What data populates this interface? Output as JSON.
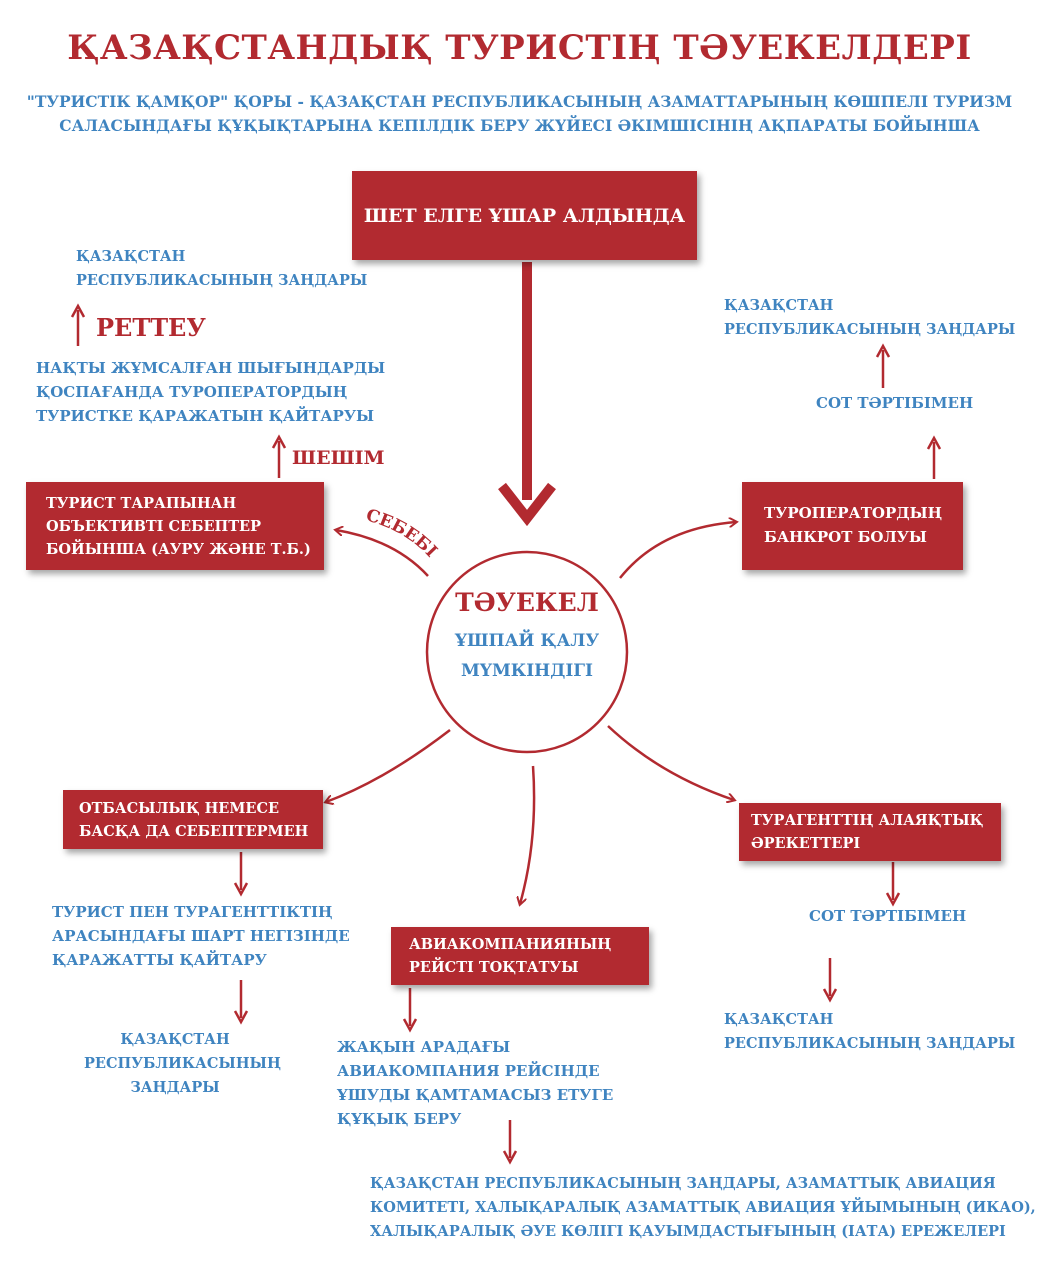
{
  "title": "ҚАЗАҚСТАНДЫҚ ТУРИСТІҢ ТӘУЕКЕЛДЕРІ",
  "subtitle_line1": "\"ТУРИСТІК ҚАМҚОР\" ҚОРЫ - ҚАЗАҚСТАН РЕСПУБЛИКАСЫНЫҢ АЗАМАТТАРЫНЫҢ КӨШПЕЛІ ТУРИЗМ",
  "subtitle_line2": "САЛАСЫНДАҒЫ ҚҰҚЫҚТАРЫНА КЕПІЛДІК БЕРУ ЖҮЙЕСІ ӘКІМШІСІНІҢ АҚПАРАТЫ БОЙЫНША",
  "top_box": "ШЕТ ЕЛГЕ ҰШАР АЛДЫНДА",
  "center": {
    "title": "ТӘУЕКЕЛ",
    "line1": "ҰШПАЙ ҚАЛУ",
    "line2": "МҮМКІНДІГІ"
  },
  "left_branch": {
    "box_lines": [
      "ТУРИСТ ТАРАПЫНАН",
      "ОБЪЕКТИВТІ СЕБЕПТЕР",
      "БОЙЫНША (АУРУ ЖӘНЕ Т.Б.)"
    ],
    "reason_label": "СЕБЕБІ",
    "decision_label": "ШЕШІМ",
    "decision_lines": [
      "НАҚТЫ ЖҰМСАЛҒАН ШЫҒЫНДАРДЫ",
      "ҚОСПАҒАНДА ТУРОПЕРАТОРДЫҢ",
      "ТУРИСТКЕ ҚАРАЖАТЫН ҚАЙТАРУЫ"
    ],
    "regulation_label": "РЕТТЕУ",
    "law_lines": [
      "ҚАЗАҚСТАН",
      "РЕСПУБЛИКАСЫНЫҢ ЗАҢДАРЫ"
    ]
  },
  "right_branch": {
    "box_lines": [
      "ТУРОПЕРАТОРДЫҢ",
      "БАНКРОТ БОЛУЫ"
    ],
    "court": "СОТ ТӘРТІБІМЕН",
    "law_lines": [
      "ҚАЗАҚСТАН",
      "РЕСПУБЛИКАСЫНЫҢ ЗАҢДАРЫ"
    ]
  },
  "bottom_left": {
    "box_lines": [
      "ОТБАСЫЛЫҚ НЕМЕСЕ",
      "БАСҚА ДА СЕБЕПТЕРМЕН"
    ],
    "result_lines": [
      "ТУРИСТ ПЕН ТУРАГЕНТТІКТІҢ",
      "АРАСЫНДАҒЫ ШАРТ НЕГІЗІНДЕ",
      "ҚАРАЖАТТЫ ҚАЙТАРУ"
    ],
    "law_lines": [
      "ҚАЗАҚСТАН",
      "РЕСПУБЛИКАСЫНЫҢ",
      "ЗАҢДАРЫ"
    ]
  },
  "bottom_center": {
    "box_lines": [
      "АВИАКОМПАНИЯНЫҢ",
      "РЕЙСТІ ТОҚТАТУЫ"
    ],
    "result_lines": [
      "ЖАҚЫН АРАДАҒЫ",
      "АВИАКОМПАНИЯ РЕЙСІНДЕ",
      "ҰШУДЫ ҚАМТАМАСЫЗ ЕТУГЕ",
      "ҚҰҚЫҚ БЕРУ"
    ],
    "law_lines": [
      "ҚАЗАҚСТАН РЕСПУБЛИКАСЫНЫҢ ЗАҢДАРЫ, АЗАМАТТЫҚ АВИАЦИЯ",
      "КОМИТЕТІ, ХАЛЫҚАРАЛЫҚ АЗАМАТТЫҚ АВИАЦИЯ ҰЙЫМЫНЫҢ (ИКАО),",
      "ХАЛЫҚАРАЛЫҚ ӘУЕ КӨЛІГІ ҚАУЫМДАСТЫҒЫНЫҢ (ІАТА) ЕРЕЖЕЛЕРІ"
    ]
  },
  "bottom_right": {
    "box_lines": [
      "ТУРАГЕНТТІҢ АЛАЯҚТЫҚ",
      "ӘРЕКЕТТЕРІ"
    ],
    "court": "СОТ ТӘРТІБІМЕН",
    "law_lines": [
      "ҚАЗАҚСТАН",
      "РЕСПУБЛИКАСЫНЫҢ ЗАҢДАРЫ"
    ]
  },
  "colors": {
    "accent_red": "#b22a30",
    "text_blue": "#3f84c0"
  }
}
